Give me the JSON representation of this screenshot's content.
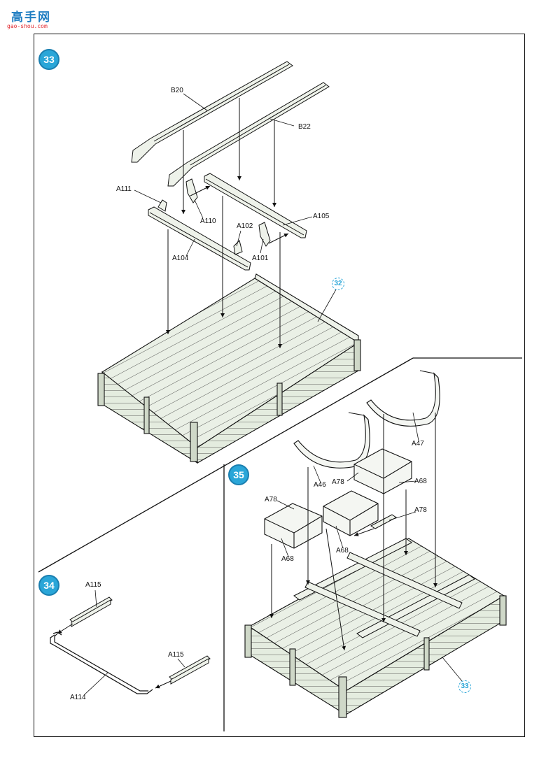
{
  "logo": {
    "text": "高手网",
    "url": "gao-shou.com"
  },
  "steps": {
    "s33": "33",
    "s34": "34",
    "s35": "35",
    "ref32": "32",
    "ref33": "33"
  },
  "labels": {
    "B20": "B20",
    "B22": "B22",
    "A111": "A111",
    "A110": "A110",
    "A105": "A105",
    "A102": "A102",
    "A104": "A104",
    "A101": "A101",
    "A115a": "A115",
    "A115b": "A115",
    "A114": "A114",
    "A47": "A47",
    "A46": "A46",
    "A78a": "A78",
    "A68a": "A68",
    "A78b": "A78",
    "A78c": "A78",
    "A68b": "A68",
    "A68c": "A68"
  }
}
